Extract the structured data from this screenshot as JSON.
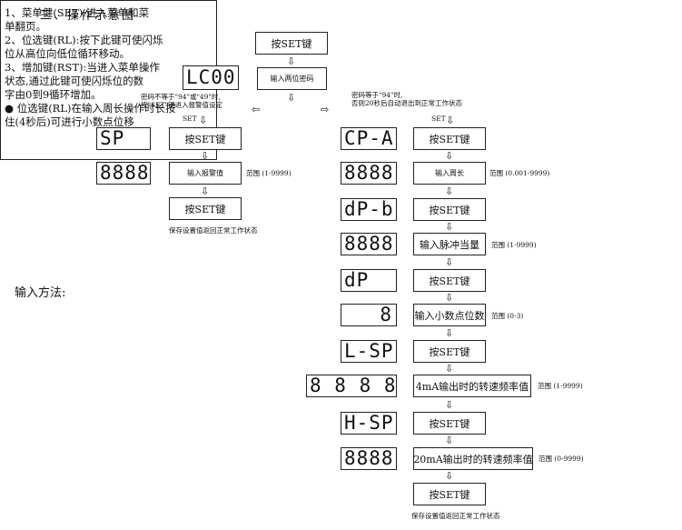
{
  "title": "三、操作示意图",
  "top": {
    "set_button": "按SET键",
    "password_box": "输入两位密码",
    "display_lc": "LC00",
    "note_left": [
      "密码不等于\"94\"或\"49\"时,",
      "按\"SET\"键进入报警值设定"
    ],
    "note_right": [
      "密码等于\"94\"时,",
      "否则20秒后自动退出到正常工作状态"
    ]
  },
  "left_branch": {
    "set_label": "SET",
    "display_1": "SP",
    "step_1": "按SET键",
    "display_2": "8888",
    "step_2": "输入报警值",
    "range_2": "范围 (1-9999)",
    "step_3": "按SET键",
    "footer": "保存设置值返回正常工作状态"
  },
  "right_branch": {
    "set_label": "SET",
    "rows": [
      {
        "display": "CP-A",
        "label": "按SET键",
        "range": ""
      },
      {
        "display": "8888",
        "label": "输入周长",
        "range": "范围 (0.001-9999)"
      },
      {
        "display": "dP-b",
        "label": "按SET键",
        "range": ""
      },
      {
        "display": "8888",
        "label": "输入脉冲当量",
        "range": "范围 (1-9999)"
      },
      {
        "display": "dP",
        "label": "按SET键",
        "range": ""
      },
      {
        "display": "8",
        "label": "输入小数点位数",
        "range": "范围 (0-3)"
      },
      {
        "display": "L-SP",
        "label": "按SET键",
        "range": ""
      },
      {
        "display": "8 8 8 8",
        "label": "4mA输出时的转速频率值",
        "range": "范围 (1-9999)"
      },
      {
        "display": "H-SP",
        "label": "按SET键",
        "range": ""
      },
      {
        "display": "8888",
        "label": "20mA输出时的转速频率值",
        "range": "范围 (0-9999)"
      }
    ],
    "final_button": "按SET键",
    "footer": "保存设置值返回正常工作状态"
  },
  "input_method": {
    "title": "输入方法:",
    "lines": [
      "1、菜单健(SET):进入菜单和菜",
      "      单翻页。",
      "2、位选键(RL):按下此键可使闪烁",
      "      位从高位向低位循环移动。",
      "3、增加键(RST):当进入菜单操作",
      "      状态,通过此键可使闪烁位的数",
      "      字由0到9循环增加。",
      "  ● 位选键(RL)在输入周长操作时长按",
      "      住(4秒后)可进行小数点位移"
    ]
  }
}
